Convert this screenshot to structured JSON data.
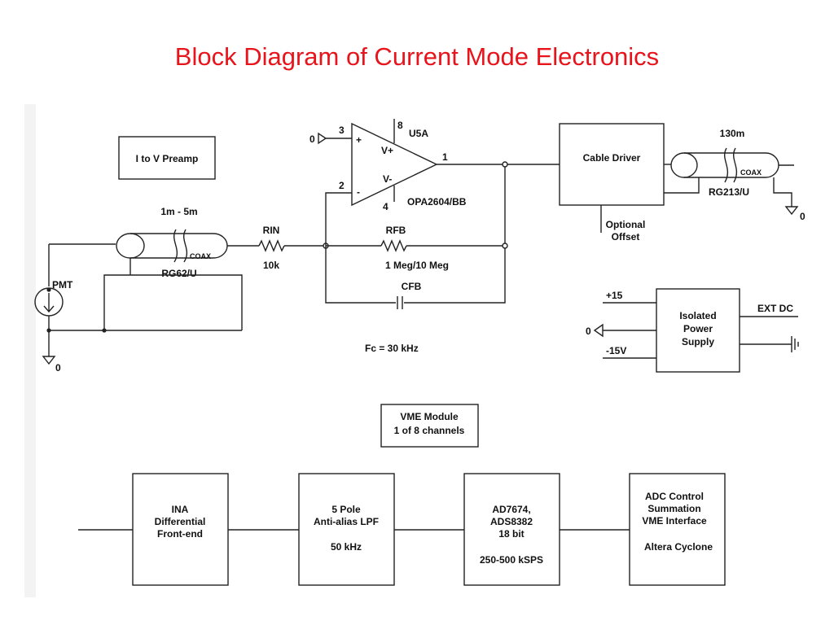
{
  "title": "Block Diagram of Current Mode Electronics",
  "colors": {
    "title": "#e8141b",
    "line": "#222222",
    "background": "#ffffff"
  },
  "preamp": {
    "box_label": "I to V Preamp",
    "pmt": "PMT",
    "input_cable_length": "1m - 5m",
    "input_cable_type": "RG62/U",
    "coax": "COAX",
    "ground": "0",
    "rin_name": "RIN",
    "rin_value": "10k",
    "rfb_name": "RFB",
    "rfb_value": "1 Meg/10 Meg",
    "cfb_name": "CFB",
    "fc": "Fc = 30 kHz",
    "opamp": {
      "pin3": "3",
      "pin2": "2",
      "pin8": "8",
      "pin4": "4",
      "pin1": "1",
      "plus": "+",
      "minus": "-",
      "vplus": "V+",
      "vminus": "V-",
      "ref": "U5A",
      "part": "OPA2604/BB"
    },
    "cable_driver": "Cable Driver",
    "optional_offset": [
      "Optional",
      "Offset"
    ],
    "output_cable_length": "130m",
    "output_cable_type": "RG213/U",
    "coax_out": "COAX"
  },
  "power": {
    "plus15": "+15",
    "minus15": "-15V",
    "zero": "0",
    "box_lines": [
      "Isolated",
      "Power",
      "Supply"
    ],
    "ext_dc": "EXT DC"
  },
  "vme": {
    "lines": [
      "VME  Module",
      "1  of  8  channels"
    ]
  },
  "chain": [
    {
      "lines": [
        "INA",
        "Differential",
        "Front-end"
      ]
    },
    {
      "lines": [
        "5 Pole",
        "Anti-alias LPF",
        "",
        "50 kHz"
      ]
    },
    {
      "lines": [
        "AD7674,",
        "ADS8382",
        "18 bit",
        "",
        "250-500 kSPS"
      ]
    },
    {
      "lines": [
        "ADC Control",
        "Summation",
        "VME Interface",
        "",
        "Altera Cyclone"
      ]
    }
  ]
}
